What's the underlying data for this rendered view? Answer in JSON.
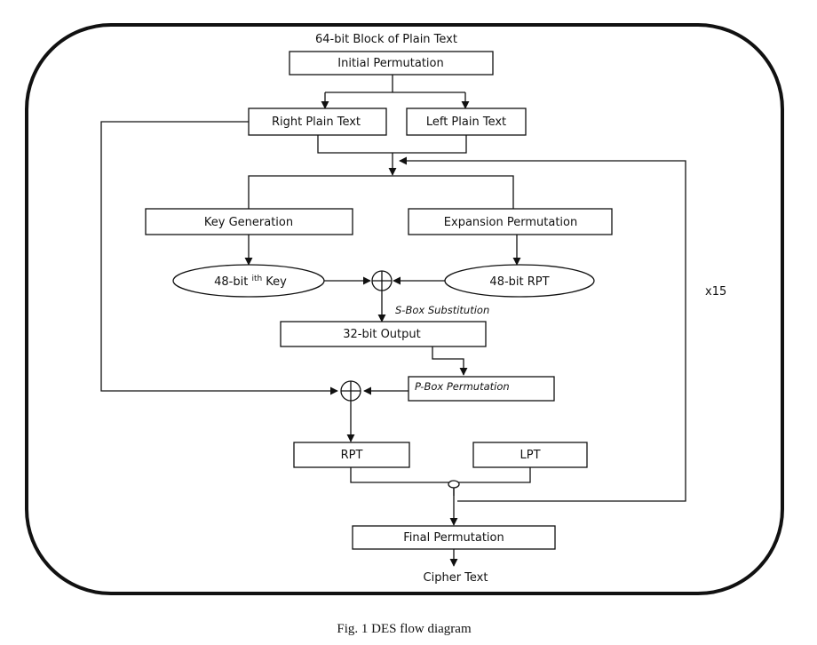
{
  "diagram": {
    "input_label": "64-bit Block of Plain Text",
    "initial_permutation": "Initial Permutation",
    "right_plain_text": "Right Plain Text",
    "left_plain_text": "Left Plain Text",
    "key_generation": "Key Generation",
    "expansion_permutation": "Expansion Permutation",
    "key_48_prefix": "48-bit ",
    "key_48_sup": "ith",
    "key_48_suffix": " Key",
    "rpt_48": "48-bit RPT",
    "sbox_substitution": "S-Box Substitution",
    "output_32": "32-bit Output",
    "pbox_permutation": "P-Box Permutation",
    "rpt": "RPT",
    "lpt": "LPT",
    "loop_count": "x15",
    "final_permutation": "Final Permutation",
    "cipher_text": "Cipher Text"
  },
  "caption": "Fig. 1 DES flow diagram"
}
